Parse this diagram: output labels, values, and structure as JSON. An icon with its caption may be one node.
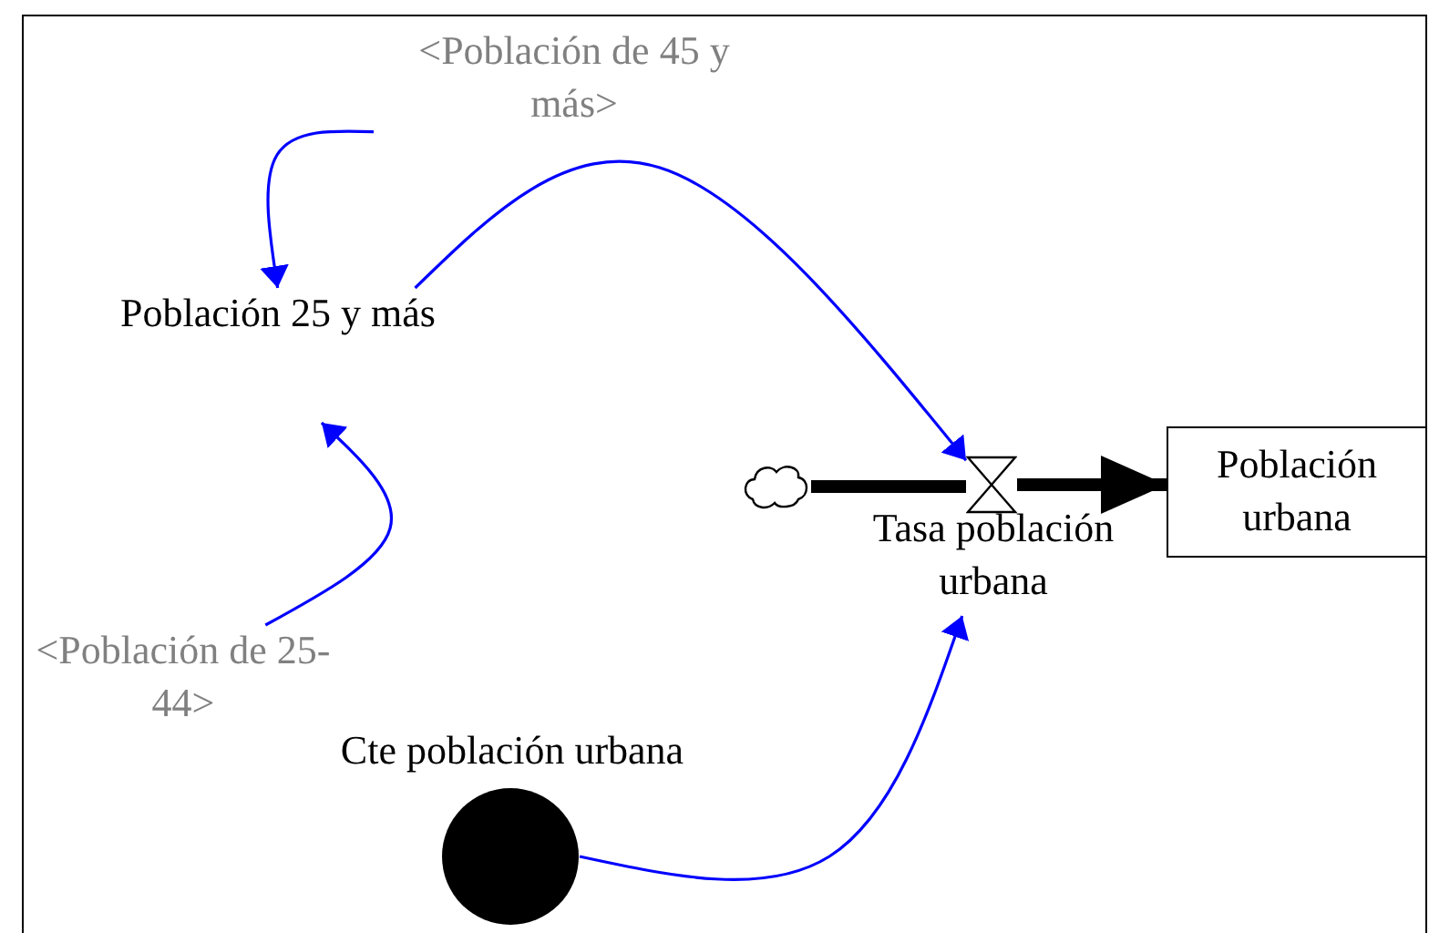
{
  "diagram": {
    "nodes": [
      {
        "text": [
          "<Población de 45 y más>"
        ]
      },
      {
        "text": [
          "Población 25 y más"
        ]
      },
      {
        "text": [
          "<Población de 25-44>"
        ]
      },
      {
        "text": [],
        "shape": "cloud"
      },
      {
        "text": [],
        "shape": "hourglass",
        "beside": [
          "Tasa población urbana"
        ]
      },
      {
        "text": [
          "Población urbana"
        ]
      },
      {
        "text": [],
        "shape": "circle",
        "beside": [
          "Cte población urbana"
        ]
      }
    ],
    "edges": [
      {
        "from": 0,
        "to": 1,
        "arrow": "to"
      },
      {
        "from": 1,
        "to": 4,
        "arrow": "to"
      },
      {
        "from": 2,
        "to": 1,
        "arrow": "to"
      },
      {
        "from": 6,
        "to": 4,
        "arrow": "to"
      },
      {
        "from": 3,
        "to": 4,
        "arrow": "none",
        "style": "thick",
        "color": "#000000"
      },
      {
        "from": 4,
        "to": 5,
        "arrow": "to",
        "style": "thick",
        "color": "#000000"
      }
    ]
  }
}
